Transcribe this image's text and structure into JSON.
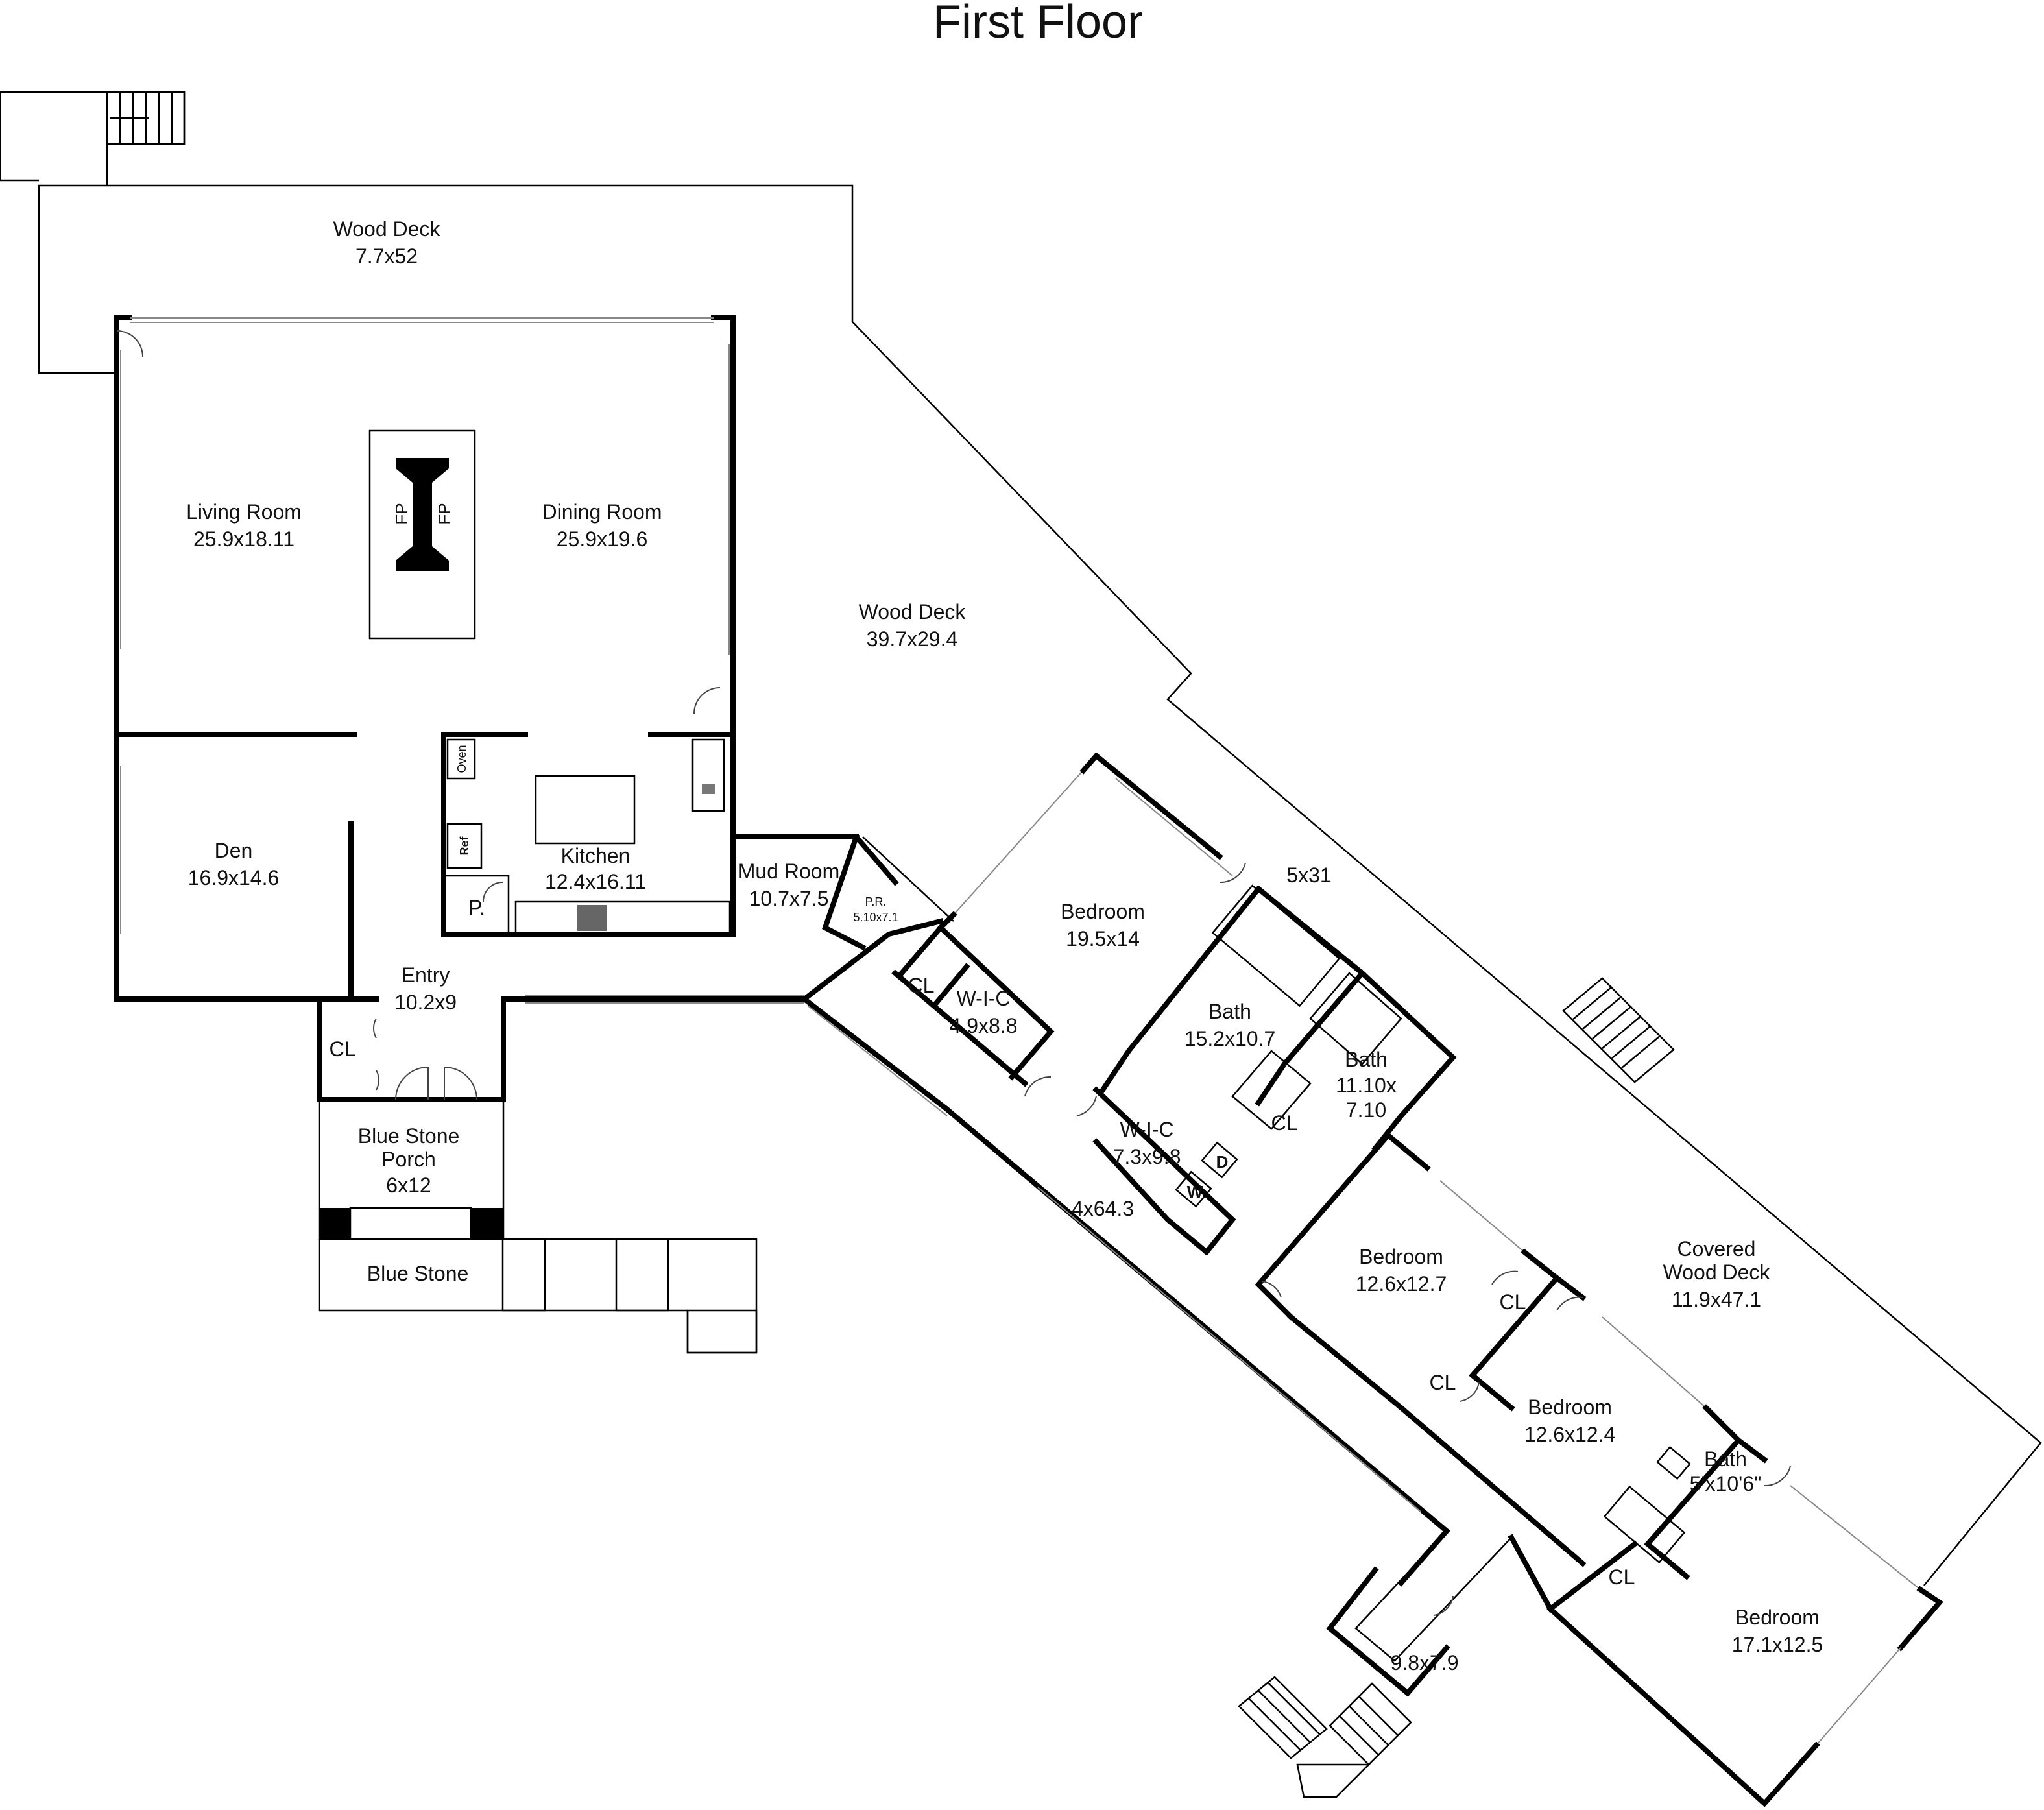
{
  "title": "First Floor",
  "rooms": {
    "wood_deck_top": {
      "name": "Wood Deck",
      "dims": "7.7x52"
    },
    "living_room": {
      "name": "Living Room",
      "dims": "25.9x18.11"
    },
    "dining_room": {
      "name": "Dining Room",
      "dims": "25.9x19.6"
    },
    "wood_deck_mid": {
      "name": "Wood Deck",
      "dims": "39.7x29.4"
    },
    "den": {
      "name": "Den",
      "dims": "16.9x14.6"
    },
    "kitchen": {
      "name": "Kitchen",
      "dims": "12.4x16.11"
    },
    "mud_room": {
      "name": "Mud Room",
      "dims": "10.7x7.5"
    },
    "powder_room": {
      "name": "P.R.",
      "dims": "5.10x7.1"
    },
    "entry": {
      "name": "Entry",
      "dims": "10.2x9"
    },
    "porch": {
      "name_line1": "Blue Stone",
      "name_line2": "Porch",
      "dims": "6x12"
    },
    "blue_stone": {
      "name": "Blue Stone"
    },
    "bedroom_1": {
      "name": "Bedroom",
      "dims": "19.5x14"
    },
    "bath_1": {
      "name": "Bath",
      "dims": "15.2x10.7"
    },
    "bath_2": {
      "name": "Bath",
      "dims_line1": "11.10x",
      "dims_line2": "7.10"
    },
    "wic_1": {
      "name": "W-I-C",
      "dims": "4.9x8.8"
    },
    "wic_2": {
      "name": "W-I-C",
      "dims": "7.3x9.8"
    },
    "bedroom_2": {
      "name": "Bedroom",
      "dims": "12.6x12.7"
    },
    "bedroom_3": {
      "name": "Bedroom",
      "dims": "12.6x12.4"
    },
    "bath_3": {
      "name": "Bath",
      "dims": "5'x10'6\""
    },
    "bedroom_4": {
      "name": "Bedroom",
      "dims": "17.1x12.5"
    },
    "covered_deck": {
      "name_line1": "Covered",
      "name_line2": "Wood Deck",
      "dims": "11.9x47.1"
    },
    "side_deck": {
      "dims": "5x31"
    },
    "walkway": {
      "dims": "4x64.3"
    },
    "landing": {
      "dims": "9.8x7.9"
    }
  },
  "labels": {
    "fireplace": "FP",
    "closet": "CL",
    "oven": "Oven",
    "fridge": "Ref",
    "pantry": "P.",
    "washer": "W",
    "dryer": "D"
  }
}
